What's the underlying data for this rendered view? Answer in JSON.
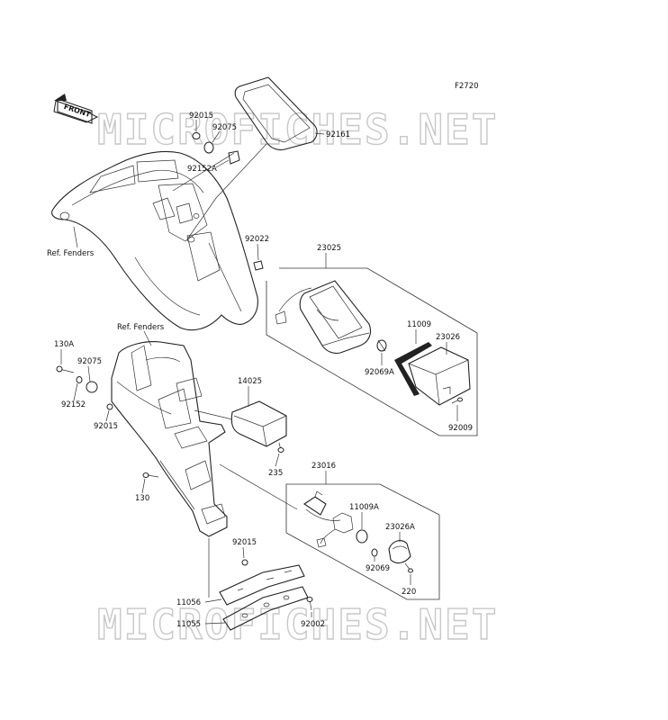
{
  "figure_code": "F2720",
  "front_badge": "FRONT",
  "watermark": "MICROFICHES.NET",
  "refs": {
    "top": "Ref. Fenders",
    "bottom": "Ref. Fenders"
  },
  "labels": {
    "p92015a": "92015",
    "p92075a": "92075",
    "p92152A": "92152A",
    "p92161": "92161",
    "p92022": "92022",
    "p23025": "23025",
    "p11009": "11009",
    "p23026": "23026",
    "p92069A": "92069A",
    "p92009": "92009",
    "p130A": "130A",
    "p92075b": "92075",
    "p92152": "92152",
    "p92015b": "92015",
    "p14025": "14025",
    "p235": "235",
    "p130": "130",
    "p23016": "23016",
    "p11009A": "11009A",
    "p23026A": "23026A",
    "p92069": "92069",
    "p220": "220",
    "p92015c": "92015",
    "p11056": "11056",
    "p11055": "11055",
    "p92002": "92002"
  }
}
